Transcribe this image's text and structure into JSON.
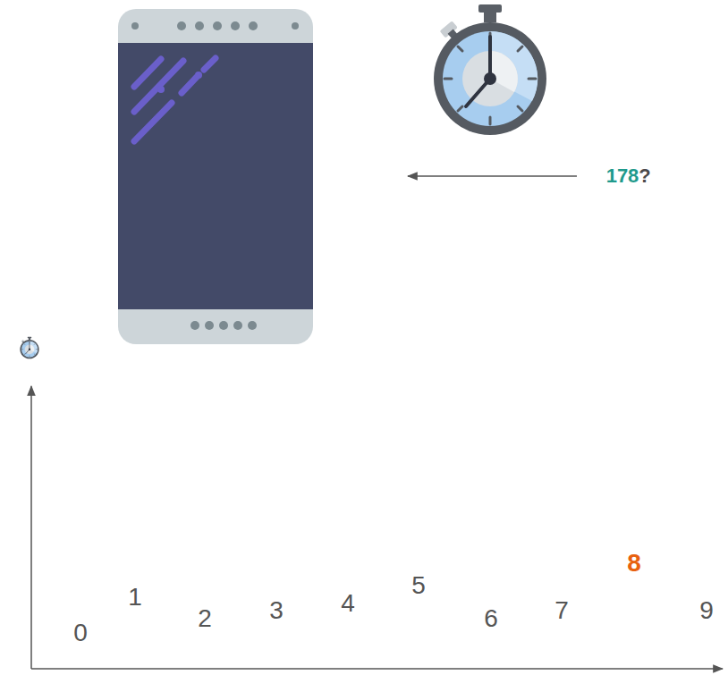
{
  "diagram": {
    "labels": [
      "178",
      "?",
      "0",
      "1",
      "2",
      "3",
      "4",
      "5",
      "6",
      "7",
      "8",
      "9"
    ]
  }
}
